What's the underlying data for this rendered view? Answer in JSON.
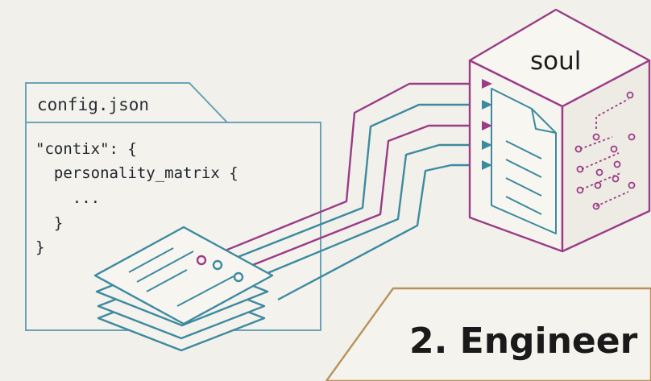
{
  "config_file": {
    "tab_label": "config.json",
    "code_lines": [
      "\"contix\": {",
      "  personality_matrix {",
      "    ...",
      "  }",
      "}"
    ]
  },
  "soul_box": {
    "label": "soul"
  },
  "section": {
    "heading": "2. Engineer"
  },
  "colors": {
    "background": "#f2f0ea",
    "teal": "#3d8aa0",
    "magenta": "#9a3c86",
    "file_outline": "#6aa3b8",
    "heading_border": "#b8925a"
  },
  "icons": {
    "stack": "stacked-documents-icon",
    "soul": "soul-file-box-icon"
  }
}
